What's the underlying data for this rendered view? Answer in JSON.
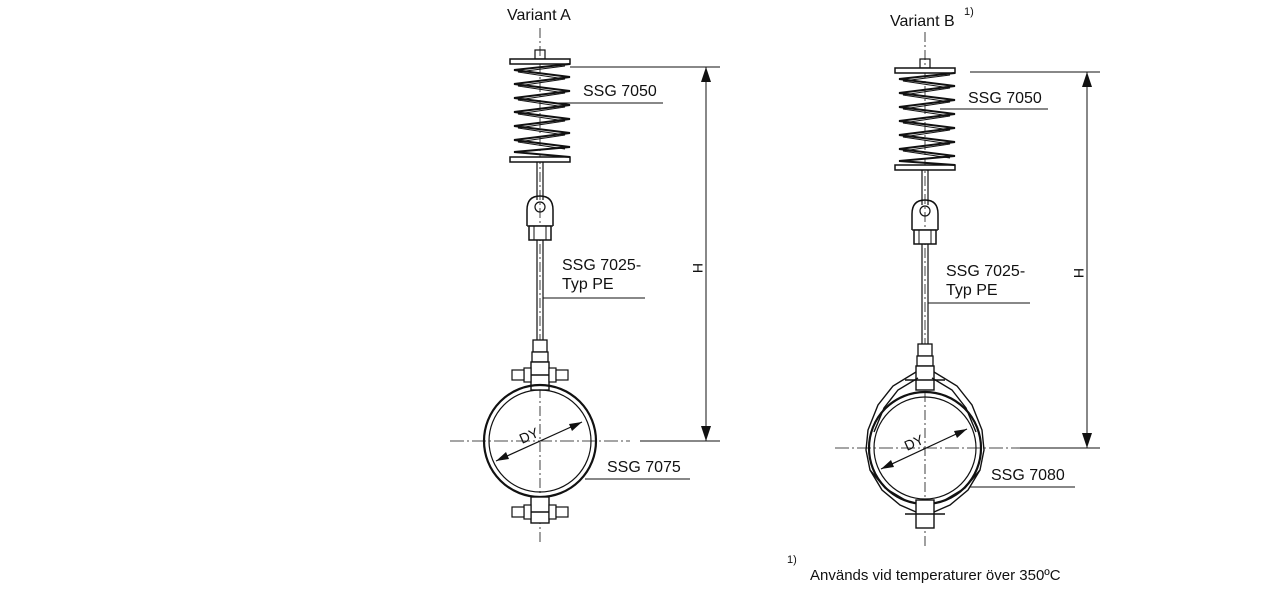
{
  "variant_a": {
    "title": "Variant A",
    "spring_label": "SSG 7050",
    "rod_label_line1": "SSG 7025-",
    "rod_label_line2": "Typ PE",
    "clamp_label": "SSG 7075",
    "height_label": "H",
    "diameter_label": "DY"
  },
  "variant_b": {
    "title": "Variant B",
    "footnote_ref": "1)",
    "spring_label": "SSG 7050",
    "rod_label_line1": "SSG 7025-",
    "rod_label_line2": "Typ PE",
    "clamp_label": "SSG 7080",
    "height_label": "H",
    "diameter_label": "DY"
  },
  "footnote": {
    "marker": "1)",
    "text": "Används vid temperaturer över 350ºC"
  }
}
